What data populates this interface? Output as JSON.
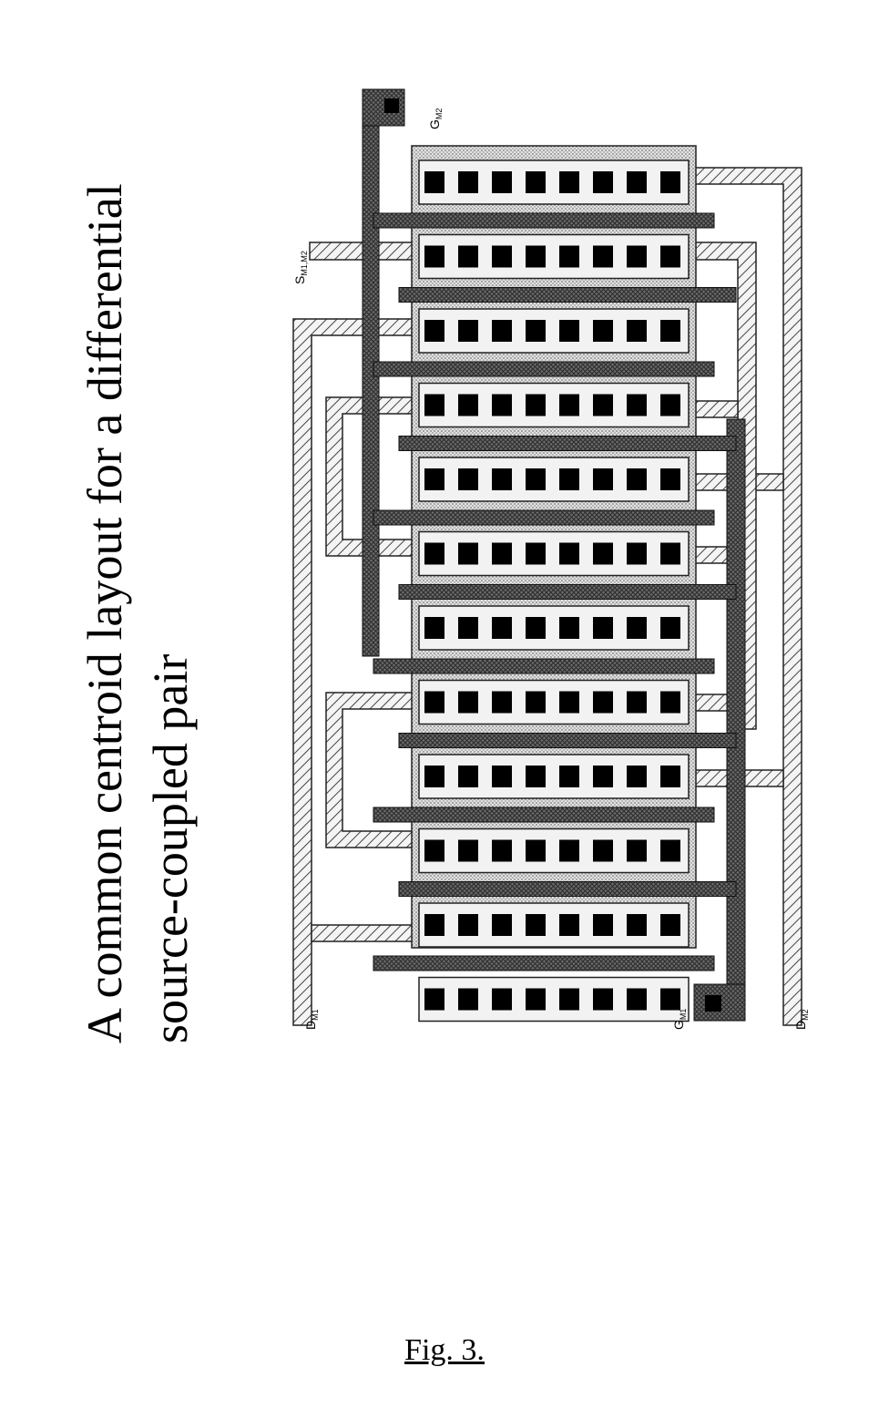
{
  "title": {
    "line1": "A common centroid layout for a differential",
    "line2": "source-coupled pair"
  },
  "caption": "Fig. 3.",
  "diagram": {
    "labels": {
      "d_m1": "D",
      "d_m1_sub": "M1",
      "d_m2": "D",
      "d_m2_sub": "M2",
      "g_m1": "G",
      "g_m1_sub": "M1",
      "g_m2": "G",
      "g_m2_sub": "M2",
      "s": "S",
      "s_sub": "M1,M2"
    },
    "diffusion_strips": 12,
    "contacts_per_strip": 8,
    "gate_fingers": 11
  }
}
